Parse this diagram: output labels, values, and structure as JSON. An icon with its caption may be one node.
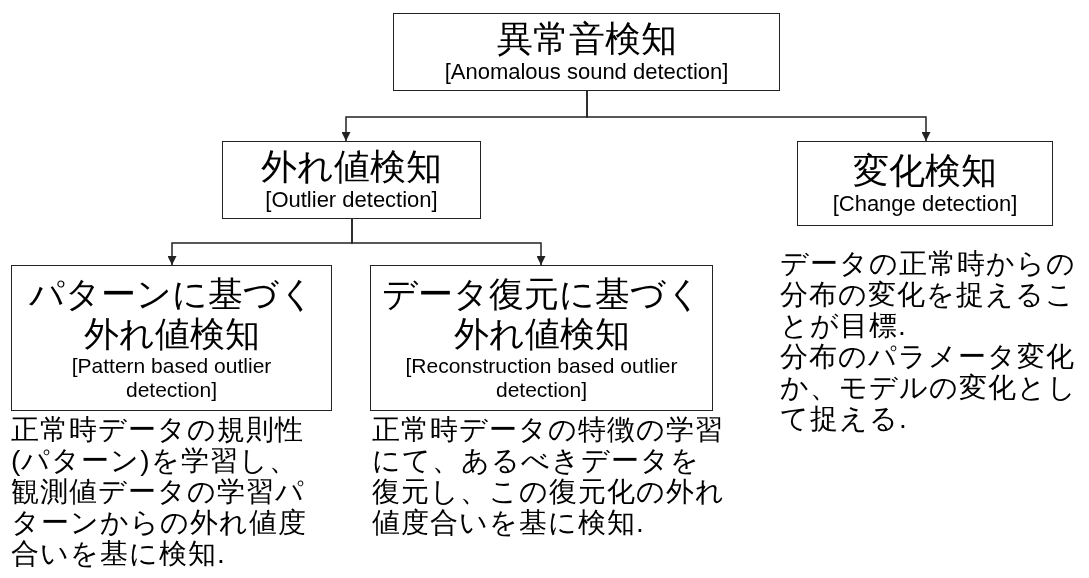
{
  "diagram": {
    "nodes": [
      {
        "text": [
          "異常音検知",
          "[Anomalous sound detection]"
        ]
      },
      {
        "text": [
          "外れ値検知",
          "[Outlier detection]"
        ]
      },
      {
        "text": [
          "変化検知",
          "[Change detection]"
        ],
        "beside": [
          "データの正常時からの分布の変化を捉えることが目標.",
          "分布のパラメータ変化か、モデルの変化として捉える."
        ]
      },
      {
        "text": [
          "パターンに基づく外れ値検知",
          "[Pattern based outlier detection]"
        ],
        "beside": [
          "正常時データの規則性(パターン)を学習し、観測値データの学習パターンからの外れ値度合いを基に検知."
        ]
      },
      {
        "text": [
          "データ復元に基づく外れ値検知",
          "[Reconstruction based outlier detection]"
        ],
        "beside": [
          "正常時データの特徴の学習にて、あるべきデータを復元し、この復元化の外れ値度合いを基に検知."
        ]
      }
    ],
    "edges": [
      {
        "from": 0,
        "to": 1,
        "arrow": "to"
      },
      {
        "from": 0,
        "to": 2,
        "arrow": "to"
      },
      {
        "from": 1,
        "to": 3,
        "arrow": "to"
      },
      {
        "from": 1,
        "to": 4,
        "arrow": "to"
      }
    ]
  }
}
